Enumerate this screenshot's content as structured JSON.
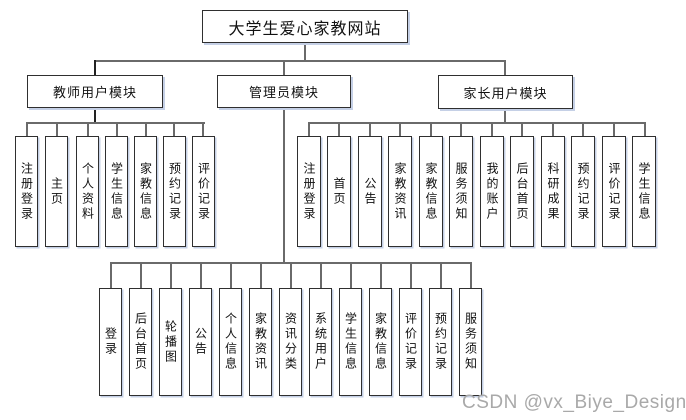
{
  "title": "大学生爱心家教网站",
  "watermark": "CSDN @vx_Biye_Design",
  "modules": {
    "teacher": {
      "label": "教师用户模块",
      "children": [
        "注册登录",
        "主页",
        "个人资料",
        "学生信息",
        "家教信息",
        "预约记录",
        "评价记录"
      ]
    },
    "admin": {
      "label": "管理员模块",
      "children": [
        "登录",
        "后台首页",
        "轮播图",
        "公告",
        "个人信息",
        "家教资讯",
        "资讯分类",
        "系统用户",
        "学生信息",
        "家教信息",
        "评价记录",
        "预约记录",
        "服务须知"
      ]
    },
    "parent": {
      "label": "家长用户模块",
      "children": [
        "注册登录",
        "首页",
        "公告",
        "家教资讯",
        "家教信息",
        "服务须知",
        "我的账户",
        "后台首页",
        "科研成果",
        "预约记录",
        "评价记录",
        "学生信息"
      ]
    }
  }
}
